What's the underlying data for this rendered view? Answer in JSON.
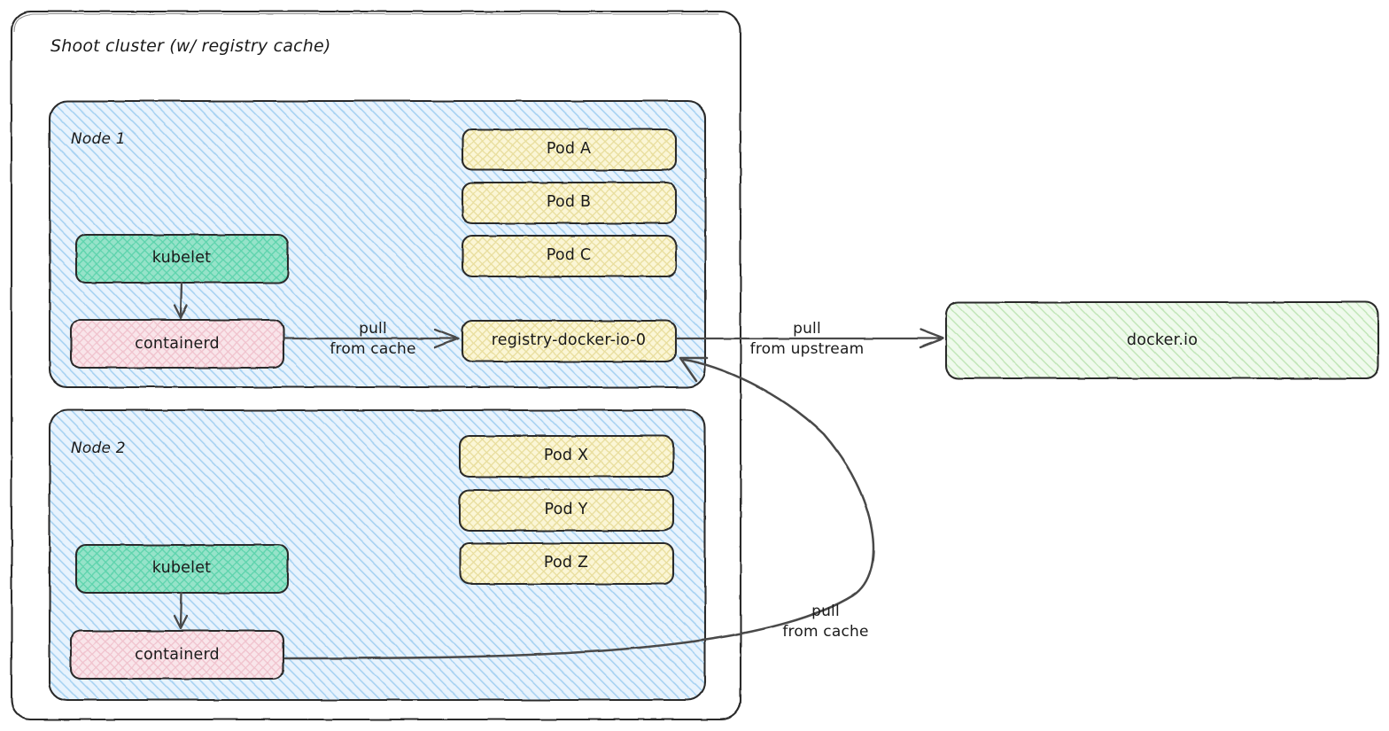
{
  "diagram": {
    "title": "Shoot cluster (w/ registry cache)",
    "style": "hand-drawn architecture diagram",
    "colors": {
      "node_fill": "#d4e8fb",
      "node_hatch": "#9ecbf0",
      "pod_fill": "#fbf5cf",
      "pod_hatch": "#e6d98a",
      "kubelet_fill": "#8ee0c4",
      "kubelet_hatch": "#4fcfa6",
      "containerd_fill": "#f7dfe4",
      "containerd_hatch": "#efb9c6",
      "upstream_fill": "#e9f7e6",
      "upstream_hatch": "#b7e0ae",
      "stroke": "#2b2b2b",
      "arrow": "#4a4a4a",
      "cluster_fill": "#ffffff"
    }
  },
  "cluster": {
    "label": "Shoot cluster (w/ registry cache)"
  },
  "nodes": [
    {
      "label": "Node 1",
      "kubelet": "kubelet",
      "containerd": "containerd",
      "pods": [
        "Pod A",
        "Pod B",
        "Pod C"
      ],
      "cache_pod": "registry-docker-io-0"
    },
    {
      "label": "Node 2",
      "kubelet": "kubelet",
      "containerd": "containerd",
      "pods": [
        "Pod X",
        "Pod Y",
        "Pod Z"
      ],
      "cache_pod": null
    }
  ],
  "upstream": {
    "label": "docker.io"
  },
  "edges": [
    {
      "name": "node1-containerd-to-cache",
      "line1": "pull",
      "line2": "from cache"
    },
    {
      "name": "cache-to-upstream",
      "line1": "pull",
      "line2": "from upstream"
    },
    {
      "name": "node2-containerd-to-cache",
      "line1": "pull",
      "line2": "from cache"
    }
  ]
}
